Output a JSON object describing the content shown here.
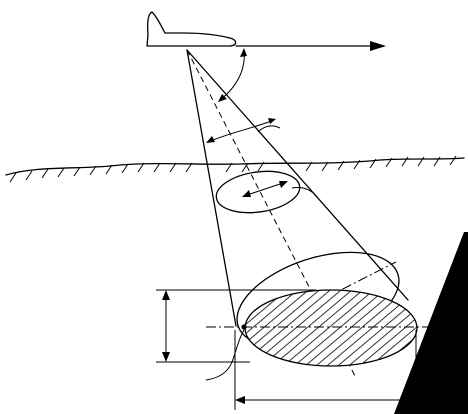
{
  "diagram": {
    "description_labels": [],
    "colors": {
      "ink": "#000000",
      "background": "#ffffff"
    },
    "elements": [
      "aircraft",
      "flight-direction-arrow",
      "sonar-beam-cone",
      "beam-axis",
      "depression-angle",
      "beam-width-angle",
      "water-surface",
      "beam-section-at-depth",
      "seafloor-footprint-ellipse",
      "insonified-area",
      "footprint-width-dimension",
      "footprint-length-dimension",
      "dark-wedge-overlay"
    ]
  }
}
